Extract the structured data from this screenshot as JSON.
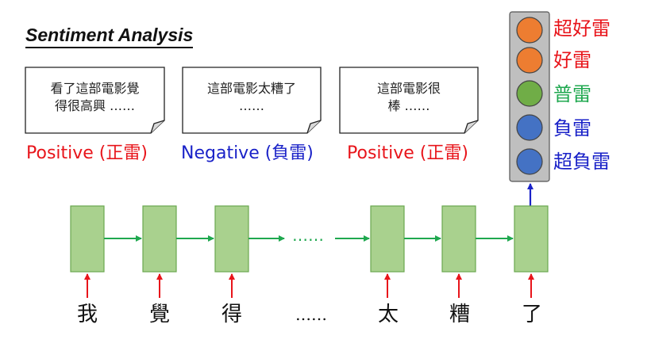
{
  "title": "Sentiment Analysis",
  "reviews": [
    {
      "lines": [
        "看了這部電影覺",
        "得很高興 ……"
      ],
      "sentiment": "Positive (正雷)",
      "color": "#e8151b"
    },
    {
      "lines": [
        "這部電影太糟了",
        "……"
      ],
      "sentiment": "Negative (負雷)",
      "color": "#1a22c8"
    },
    {
      "lines": [
        "這部電影很",
        "棒 ……"
      ],
      "sentiment": "Positive (正雷)",
      "color": "#e8151b"
    }
  ],
  "inputs": [
    "我",
    "覺",
    "得",
    "……",
    "太",
    "糟",
    "了"
  ],
  "chain_ellipsis": "……",
  "outputs": [
    {
      "label": "超好雷",
      "color": "#e8151b",
      "node": "#ed7d31"
    },
    {
      "label": "好雷",
      "color": "#e8151b",
      "node": "#ed7d31"
    },
    {
      "label": "普雷",
      "color": "#1fa84f",
      "node": "#70ad47"
    },
    {
      "label": "負雷",
      "color": "#1a22c8",
      "node": "#4472c4"
    },
    {
      "label": "超負雷",
      "color": "#1a22c8",
      "node": "#4472c4"
    }
  ],
  "colors": {
    "cell_fill": "#a9d18e",
    "cell_stroke": "#6aa84f",
    "flow_arrow": "#1fa84f",
    "input_arrow": "#e8151b",
    "output_arrow": "#1a22c8",
    "output_panel": "#bfbfbf"
  }
}
